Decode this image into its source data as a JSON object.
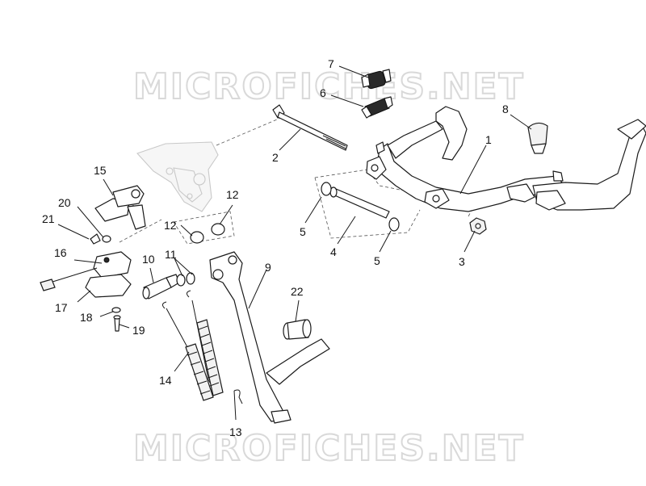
{
  "watermark": "MICROFICHES.NET",
  "callouts": [
    {
      "id": "1",
      "label": "1"
    },
    {
      "id": "2",
      "label": "2"
    },
    {
      "id": "3",
      "label": "3"
    },
    {
      "id": "4",
      "label": "4"
    },
    {
      "id": "5a",
      "label": "5"
    },
    {
      "id": "5b",
      "label": "5"
    },
    {
      "id": "6",
      "label": "6"
    },
    {
      "id": "7",
      "label": "7"
    },
    {
      "id": "8",
      "label": "8"
    },
    {
      "id": "9",
      "label": "9"
    },
    {
      "id": "10",
      "label": "10"
    },
    {
      "id": "11",
      "label": "11"
    },
    {
      "id": "12a",
      "label": "12"
    },
    {
      "id": "12b",
      "label": "12"
    },
    {
      "id": "13",
      "label": "13"
    },
    {
      "id": "14",
      "label": "14"
    },
    {
      "id": "15",
      "label": "15"
    },
    {
      "id": "16",
      "label": "16"
    },
    {
      "id": "17",
      "label": "17"
    },
    {
      "id": "18",
      "label": "18"
    },
    {
      "id": "19",
      "label": "19"
    },
    {
      "id": "20",
      "label": "20"
    },
    {
      "id": "21",
      "label": "21"
    },
    {
      "id": "22",
      "label": "22"
    }
  ]
}
